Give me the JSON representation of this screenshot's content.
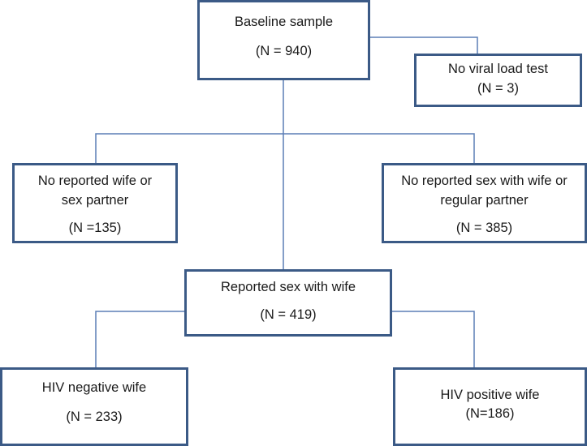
{
  "boxes": {
    "baseline": {
      "label": "Baseline sample",
      "n": "(N = 940)"
    },
    "no_viral": {
      "label": "No viral load test",
      "n": "(N = 3)"
    },
    "no_wife": {
      "line1": "No reported wife or",
      "line2": "sex partner",
      "n": "(N =135)"
    },
    "no_sex": {
      "line1": "No reported sex with wife or",
      "line2": "regular partner",
      "n": "(N = 385)"
    },
    "reported": {
      "label": "Reported sex with wife",
      "n": "(N = 419)"
    },
    "hiv_neg": {
      "label": "HIV negative wife",
      "n": "(N = 233)"
    },
    "hiv_pos": {
      "label": "HIV positive wife",
      "n": "(N=186)"
    }
  },
  "colors": {
    "box_border": "#3b5a86",
    "connector": "#5b7fb5"
  }
}
